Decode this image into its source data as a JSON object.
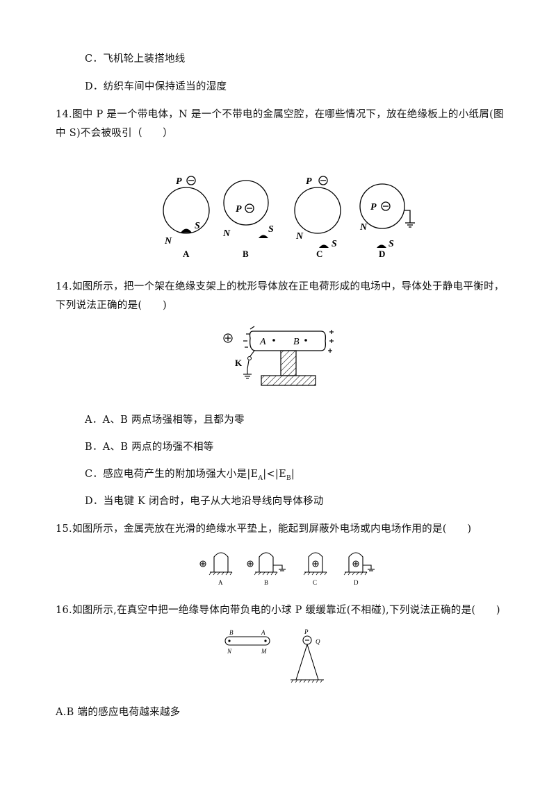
{
  "q13": {
    "option_c": "C．飞机轮上装搭地线",
    "option_d": "D．纺织车间中保持适当的湿度"
  },
  "q14a": {
    "stem_line1": "14.图中 P 是一个带电体，N 是一个不带电的金属空腔，在哪些情况下，放在绝缘板上的小纸屑(图",
    "stem_line2": "中 S)不会被吸引（　　）",
    "fig_labels": {
      "p": "P",
      "n": "N",
      "s": "S",
      "a": "A",
      "b": "B",
      "c": "C",
      "d": "D"
    }
  },
  "q14b": {
    "stem_line1": "14.如图所示，把一个架在绝缘支架上的枕形导体放在正电荷形成的电场中，导体处于静电平衡时，",
    "stem_line2": "下列说法正确的是(　　)",
    "fig_labels": {
      "a": "A",
      "b": "B",
      "k": "K"
    },
    "option_a": "A．A、B 两点场强相等，且都为零",
    "option_b": "B．A、B 两点的场强不相等",
    "option_c_prefix": "C．感应电荷产生的附加场强大小是|E",
    "option_c_a": "A",
    "option_c_mid": "|<|E",
    "option_c_b": "B",
    "option_c_end": "|",
    "option_d": "D．当电键 K 闭合时，电子从大地沿导线向导体移动"
  },
  "q15": {
    "stem": "15.如图所示，金属壳放在光滑的绝缘水平垫上，能起到屏蔽外电场或内电场作用的是(　　)",
    "fig_labels": {
      "a": "A",
      "b": "B",
      "c": "C",
      "d": "D"
    }
  },
  "q16": {
    "stem": "16.如图所示,在真空中把一绝缘导体向带负电的小球 P 缓缓靠近(不相碰),下列说法正确的是(　　)",
    "fig_labels": {
      "b": "B",
      "a": "A",
      "n": "N",
      "m": "M",
      "p": "P",
      "q": "Q"
    },
    "option_a": "A.B 端的感应电荷越来越多"
  }
}
